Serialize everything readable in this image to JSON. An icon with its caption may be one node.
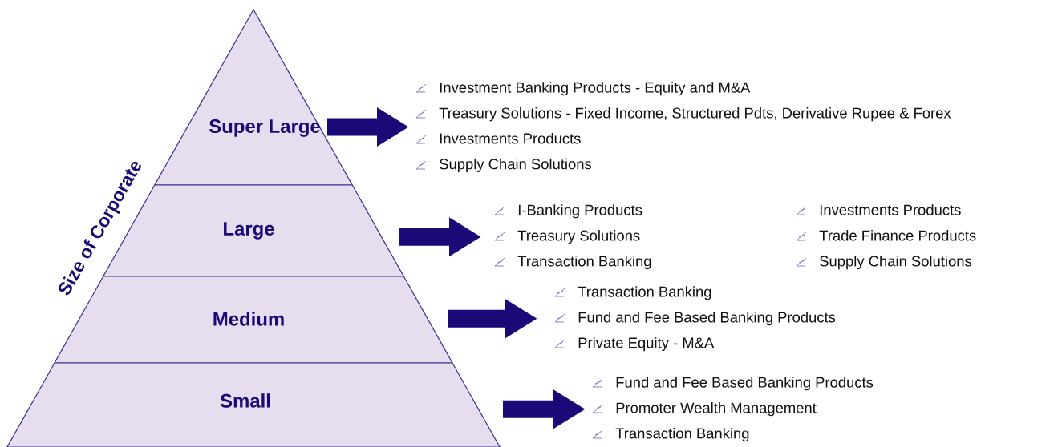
{
  "diagram": {
    "nodes": [
      {
        "text": [
          "Super Large"
        ]
      },
      {
        "text": [
          "Large"
        ]
      },
      {
        "text": [
          "Medium"
        ]
      },
      {
        "text": [
          "Small"
        ]
      },
      {
        "text": [
          "Investment Banking Products - Equity and M&A",
          "Treasury Solutions - Fixed Income, Structured Pdts, Derivative Rupee & Forex",
          "Investments Products",
          "Supply Chain Solutions"
        ]
      },
      {
        "text": [
          "I-Banking Products",
          "Treasury Solutions",
          "Transaction Banking",
          "Investments Products",
          "Trade Finance Products",
          "Supply Chain Solutions"
        ]
      },
      {
        "text": [
          "Transaction Banking",
          "Fund and Fee Based Banking Products",
          "Private Equity - M&A"
        ]
      },
      {
        "text": [
          "Fund and Fee Based Banking Products",
          "Promoter Wealth Management",
          "Transaction Banking"
        ]
      }
    ],
    "edges": [
      {
        "from": 0,
        "to": 4,
        "arrow": "to"
      },
      {
        "from": 1,
        "to": 5,
        "arrow": "to"
      },
      {
        "from": 2,
        "to": 6,
        "arrow": "to"
      },
      {
        "from": 3,
        "to": 7,
        "arrow": "to"
      }
    ],
    "labels": [
      "Size of Corporate"
    ]
  }
}
